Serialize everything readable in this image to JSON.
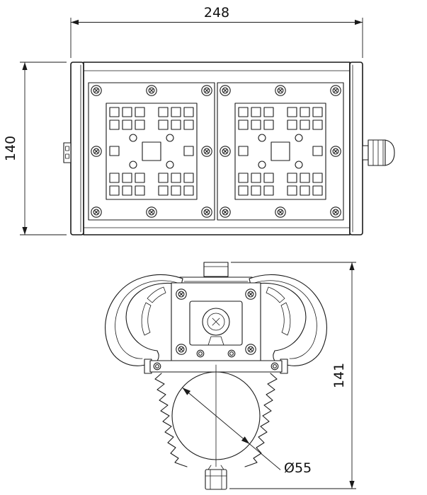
{
  "drawing": {
    "title": "luminaire-technical-drawing",
    "dim_width": "248",
    "dim_height_front": "140",
    "dim_height_side": "141",
    "dim_diameter": "Ø55"
  },
  "colors": {
    "line": "#1a1a1a",
    "background": "#ffffff"
  }
}
